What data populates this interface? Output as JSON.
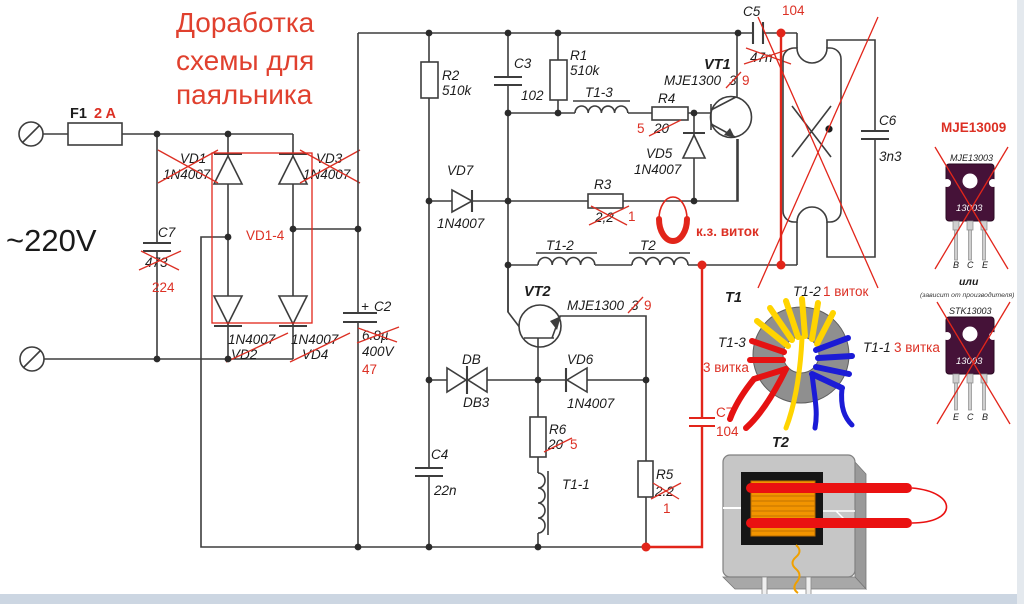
{
  "title": {
    "line1": "Доработка",
    "line2": "схемы для",
    "line3": "паяльника"
  },
  "colors": {
    "annotation_red": "#dc3024",
    "wire": "#3d3d3d",
    "toroid_gray": "#8f8f8f",
    "winding_yellow": "#ffd400",
    "winding_red": "#e51212",
    "winding_blue": "#1b1bd6",
    "coil_orange": "#f29400",
    "package_purple": "#451238"
  },
  "input": {
    "voltage": "~220V",
    "fuse_ref": "F1",
    "fuse_new": "2 A"
  },
  "c7_input": {
    "ref": "C7",
    "old": "473",
    "new": "224"
  },
  "bridge": {
    "label": "VD1-4",
    "vd1": "VD1",
    "vd1_part": "1N4007",
    "vd3": "VD3",
    "vd3_part": "1N4007",
    "vd2": "VD2",
    "vd2_part": "1N4007",
    "vd4": "VD4",
    "vd4_part": "1N4007"
  },
  "c2": {
    "plus": "+",
    "ref": "C2",
    "old": "6.8µ",
    "volt": "400V",
    "new": "47"
  },
  "r2": {
    "ref": "R2",
    "value": "510k"
  },
  "c3": {
    "ref": "C3",
    "value": "102"
  },
  "r1": {
    "ref": "R1",
    "value": "510k"
  },
  "t1_3": {
    "ref": "T1-3"
  },
  "r4": {
    "ref": "R4",
    "old": "20",
    "new": "5"
  },
  "vt1": {
    "ref": "VT1",
    "part": "MJE1300",
    "old_digit": "3",
    "new_digit": "9"
  },
  "vd5": {
    "ref": "VD5",
    "part": "1N4007"
  },
  "c5": {
    "ref": "C5",
    "old": "47n",
    "new": "104"
  },
  "vd7": {
    "ref": "VD7",
    "part": "1N4007"
  },
  "r3": {
    "ref": "R3",
    "old": "2,2",
    "new": "1"
  },
  "t1_2": {
    "ref": "T1-2"
  },
  "t2_winding": {
    "ref": "T2"
  },
  "kz_note": "к.з. виток",
  "vt2": {
    "ref": "VT2",
    "part": "MJE1300",
    "old_digit": "3",
    "new_digit": "9"
  },
  "db": {
    "ref": "DB",
    "part": "DB3"
  },
  "vd6": {
    "ref": "VD6",
    "part": "1N4007"
  },
  "r6": {
    "ref": "R6",
    "old": "20",
    "new": "5"
  },
  "c4": {
    "ref": "C4",
    "value": "22n"
  },
  "t1_1": {
    "ref": "T1-1"
  },
  "r5": {
    "ref": "R5",
    "old": "2.2",
    "new": "1"
  },
  "c7_new": {
    "ref": "C7",
    "value": "104"
  },
  "c6": {
    "ref": "C6",
    "value": "3n3"
  },
  "toroid": {
    "label": "T1",
    "w_top": {
      "name": "T1-2",
      "turns": "1 виток"
    },
    "w_left": {
      "name": "T1-3",
      "turns": "3 витка"
    },
    "w_right": {
      "name": "T1-1",
      "turns": "3 витка"
    }
  },
  "t2_photo": {
    "label": "T2"
  },
  "panel": {
    "heading": "MJE13009",
    "top": {
      "label": "MJE13003",
      "marking": "13003",
      "pins": [
        "B",
        "C",
        "E"
      ]
    },
    "note": "или",
    "note_small": "(зависит от производителя)",
    "bottom": {
      "label": "STK13003",
      "marking": "13003",
      "pins": [
        "E",
        "C",
        "B"
      ]
    }
  }
}
